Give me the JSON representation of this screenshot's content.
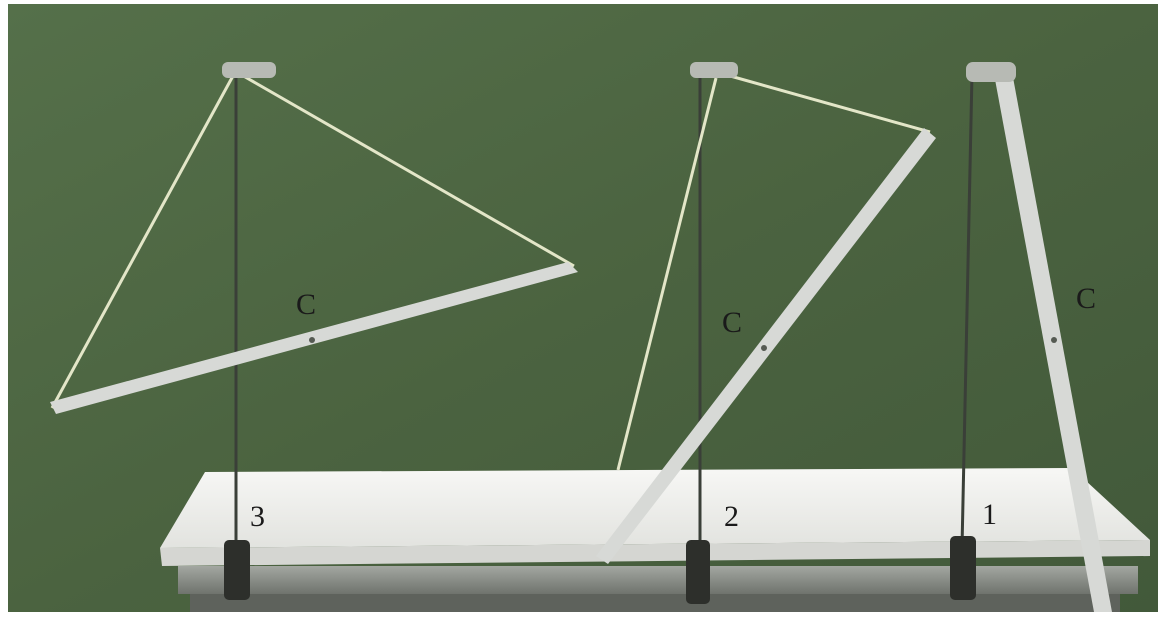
{
  "labels": {
    "c_left": "C",
    "c_middle": "C",
    "c_right": "C",
    "num_left": "3",
    "num_middle": "2",
    "num_right": "1"
  },
  "colors": {
    "board": "#4b6340",
    "board_dark": "#3c5234",
    "table_top": "#f3f3f1",
    "table_frame": "#8c908a",
    "rod": "#d7d9d6",
    "thread": "#e3e6c8",
    "vertical_thread": "#3a3f38"
  }
}
